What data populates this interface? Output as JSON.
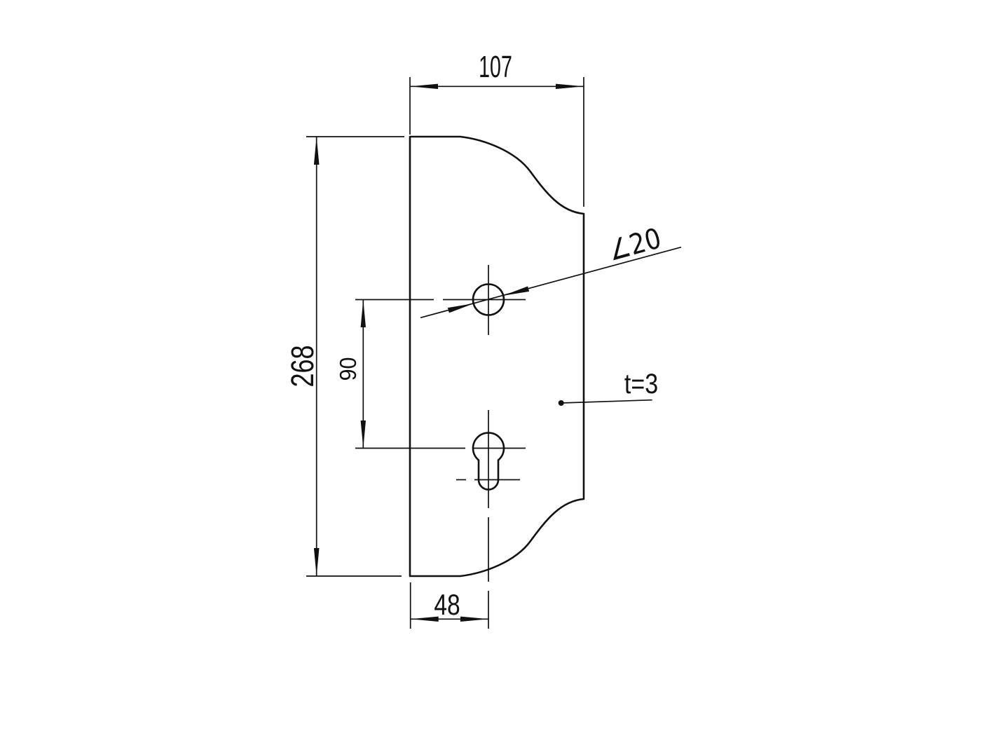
{
  "page": {
    "background_color": "#ffffff",
    "ink_color": "#111111"
  },
  "drawing": {
    "kind": "technical-dimension-drawing",
    "dimensions": {
      "overall_width": "107",
      "overall_height": "268",
      "hole_center_spacing": "90",
      "keyhole_offset": "48",
      "round_hole_diameter": "∠20",
      "material_thickness": "t=3"
    }
  }
}
